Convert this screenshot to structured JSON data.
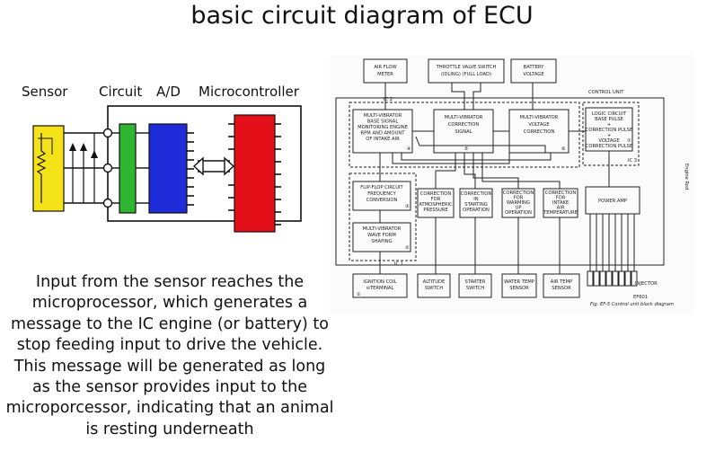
{
  "title": "basic circuit diagram of ECU",
  "left_diagram": {
    "labels": [
      "Sensor",
      "Circuit",
      "A/D",
      "Microcontroller"
    ],
    "colors": {
      "sensor": "#f5e31a",
      "circuit": "#2fb52f",
      "ad": "#1f2bd8",
      "microcontroller": "#e3101a"
    }
  },
  "right_diagram": {
    "inputs_top": [
      {
        "line1": "AIR FLOW",
        "line2": "METER"
      },
      {
        "line1": "THROTTLE VALVE SWITCH",
        "line2": "(IDLING)    (FULL LOAD)"
      },
      {
        "line1": "BATTERY",
        "line2": "VOLTAGE"
      }
    ],
    "control_unit": "CONTROL UNIT",
    "ic_labels": [
      "IC 2",
      "IC 3",
      "IC 1"
    ],
    "blocks": {
      "mv1": [
        "MULTI-VIBRATOR",
        "BASE SIGNAL",
        "MONITORING ENGINE",
        "RPM AND AMOUNT",
        "OF INTAKE AIR"
      ],
      "mv1_num": "④",
      "mv2": [
        "MULTI-VIBRATOR",
        "CORRECTION",
        "SIGNAL"
      ],
      "mv2_num": "⑤",
      "mv3": [
        "MULTI-VIBRATOR",
        "VOLTAGE",
        "CORRECTION"
      ],
      "mv3_num": "⑥",
      "logic": [
        "LOGIC CIRCUIT",
        "BASE PULSE",
        "+",
        "CORRECTION PULSE",
        "+",
        "VOLTAGE",
        "CORRECTION PULSE"
      ],
      "logic_num": "⑦",
      "flipflop": [
        "FLIP-FLOP CIRCUIT",
        "FREQUENCY",
        "CONVERSION"
      ],
      "flipflop_num": "③",
      "mv4": [
        "MULTI-VIBRATOR",
        "WAVE FORM",
        "SHAPING"
      ],
      "mv4_num": "②",
      "corr_atm": [
        "CORRECTION",
        "FOR",
        "ATMOSPHERIC",
        "PRESSURE"
      ],
      "corr_start": [
        "CORRECTION",
        "IN",
        "STARTING",
        "OPERATION"
      ],
      "corr_warm": [
        "CORRECTION",
        "FOR",
        "WARMING",
        "UP",
        "OPERATION"
      ],
      "corr_intake": [
        "CORRECTION",
        "FOR",
        "INTAKE",
        "AIR",
        "TEMPERATURE"
      ],
      "power_amp": "POWER AMP"
    },
    "inputs_bottom": [
      {
        "line1": "IGNITION COIL",
        "line2": "⊖TERMINAL",
        "num": "①"
      },
      {
        "line1": "ALTITUDE",
        "line2": "SWITCH"
      },
      {
        "line1": "STARTER",
        "line2": "SWITCH"
      },
      {
        "line1": "WATER TEMP",
        "line2": "SENSOR"
      },
      {
        "line1": "AIR TEMP",
        "line2": "SENSOR"
      }
    ],
    "injector_label": "INJECTOR",
    "side_label": "Engine Rod",
    "fig_code": "EF601",
    "fig_caption": "Fig. EF-5  Control unit block diagram"
  },
  "caption": "Input from the sensor reaches the microprocessor, which generates a message to the IC engine (or battery) to stop feeding input to drive the vehicle. This message will be generated as long as the sensor provides input to the microporcessor, indicating that an animal is resting underneath"
}
